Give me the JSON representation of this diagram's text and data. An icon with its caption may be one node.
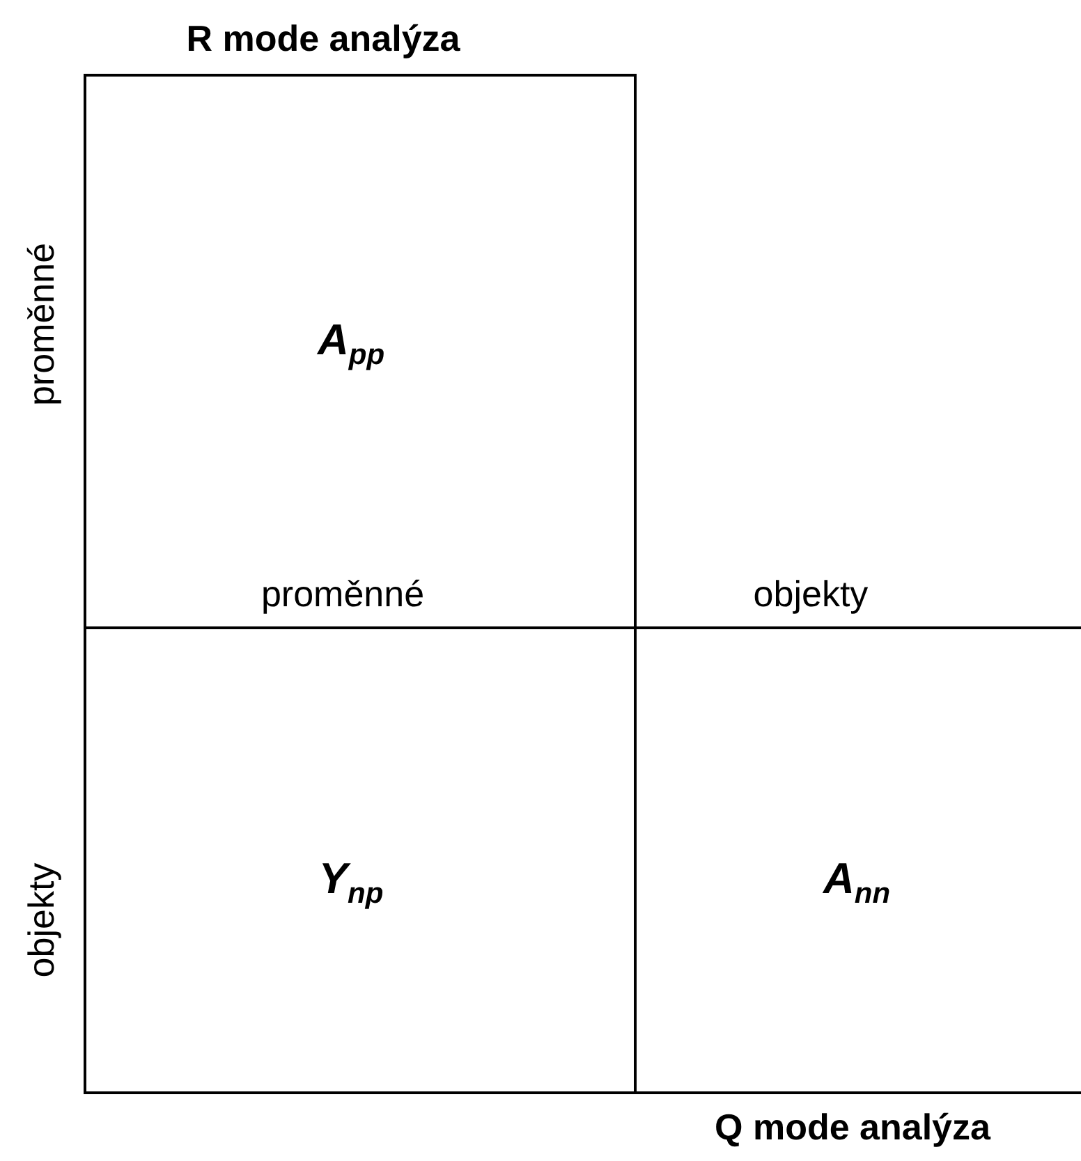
{
  "diagram": {
    "nodes": [
      {
        "text": [
          "A$_{pp}$"
        ]
      },
      {
        "text": [
          "Y$_{np}$"
        ]
      },
      {
        "text": [
          "A$_{nn}$"
        ]
      }
    ],
    "labels": [
      "R mode analýza",
      "proměnné",
      "proměnné",
      "objekty",
      "objekty",
      "Q mode analýza"
    ]
  }
}
